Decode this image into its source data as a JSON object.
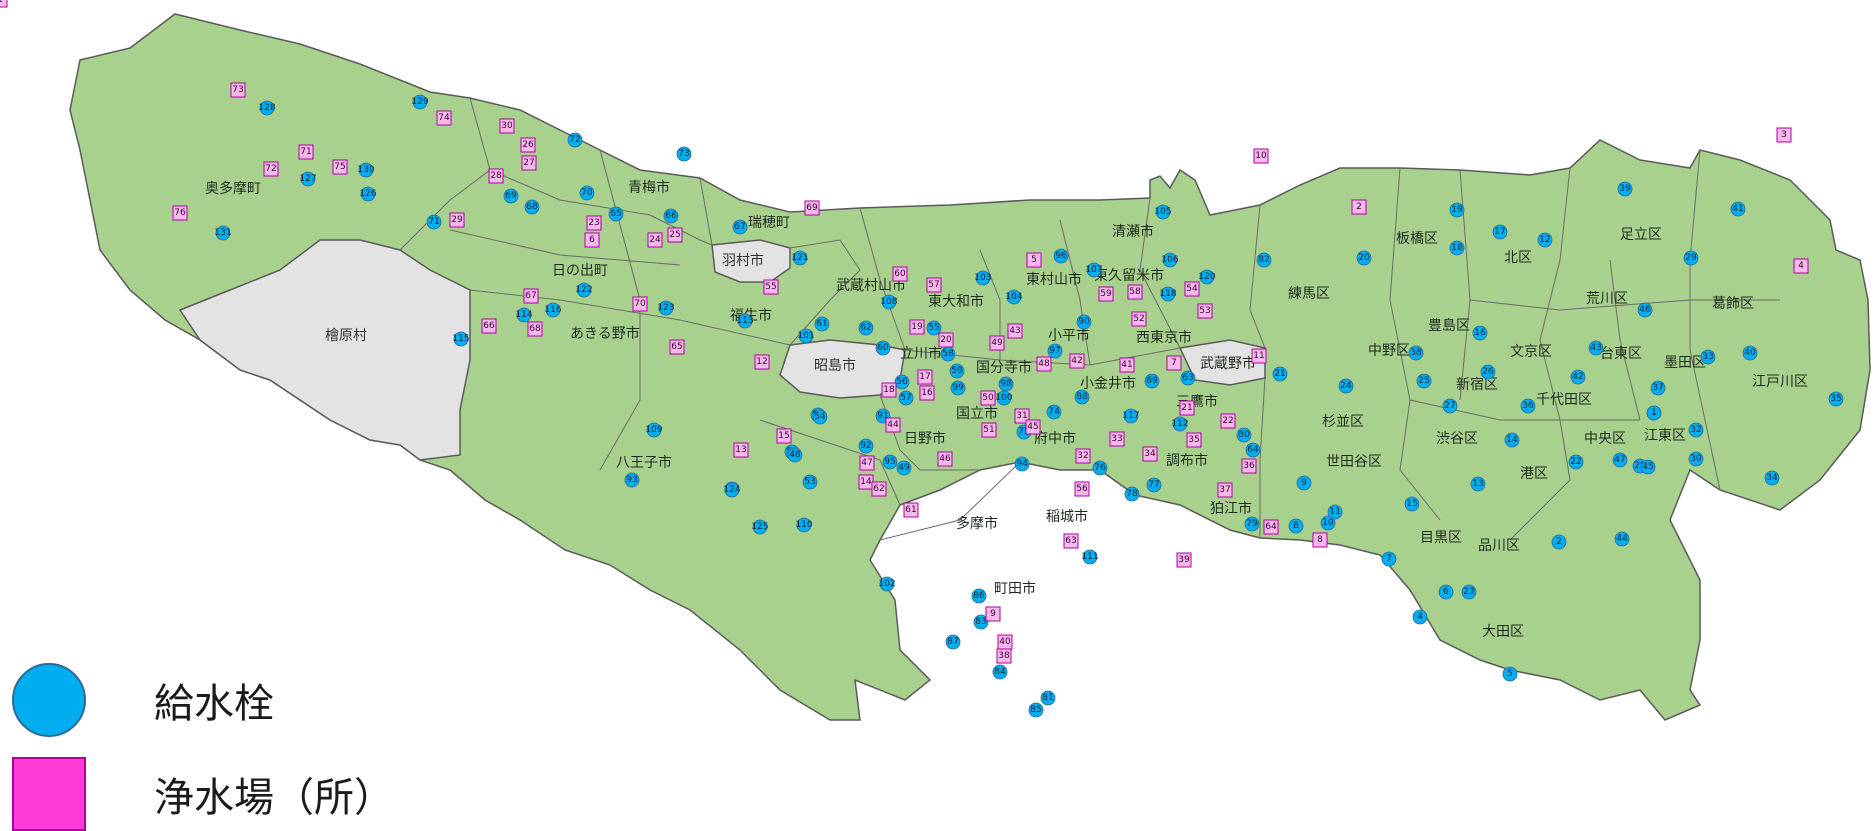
{
  "colors": {
    "land": "#a9d18e",
    "border": "#5a5a5a",
    "excluded": "#e3e3e3",
    "hydrant": "#00aeef",
    "plant": "#ff3ad6"
  },
  "municipalities": [
    {
      "name": "奥多摩町"
    },
    {
      "name": "青梅市"
    },
    {
      "name": "瑞穂町"
    },
    {
      "name": "羽村市"
    },
    {
      "name": "日の出町"
    },
    {
      "name": "檜原村",
      "excluded": true
    },
    {
      "name": "あきる野市"
    },
    {
      "name": "福生市"
    },
    {
      "name": "昭島市",
      "excluded": true
    },
    {
      "name": "八王子市"
    },
    {
      "name": "武蔵村山市"
    },
    {
      "name": "東大和市"
    },
    {
      "name": "東村山市"
    },
    {
      "name": "清瀬市"
    },
    {
      "name": "東久留米市"
    },
    {
      "name": "立川市"
    },
    {
      "name": "国分寺市"
    },
    {
      "name": "小平市"
    },
    {
      "name": "西東京市"
    },
    {
      "name": "武蔵野市"
    },
    {
      "name": "小金井市"
    },
    {
      "name": "国立市"
    },
    {
      "name": "府中市"
    },
    {
      "name": "三鷹市"
    },
    {
      "name": "調布市"
    },
    {
      "name": "狛江市"
    },
    {
      "name": "日野市"
    },
    {
      "name": "多摩市"
    },
    {
      "name": "稲城市"
    },
    {
      "name": "町田市"
    },
    {
      "name": "練馬区"
    },
    {
      "name": "板橋区"
    },
    {
      "name": "北区"
    },
    {
      "name": "足立区"
    },
    {
      "name": "葛飾区"
    },
    {
      "name": "荒川区"
    },
    {
      "name": "豊島区"
    },
    {
      "name": "中野区"
    },
    {
      "name": "杉並区"
    },
    {
      "name": "新宿区"
    },
    {
      "name": "文京区"
    },
    {
      "name": "台東区"
    },
    {
      "name": "墨田区"
    },
    {
      "name": "江戸川区"
    },
    {
      "name": "千代田区"
    },
    {
      "name": "中央区"
    },
    {
      "name": "江東区"
    },
    {
      "name": "渋谷区"
    },
    {
      "name": "港区"
    },
    {
      "name": "世田谷区"
    },
    {
      "name": "目黒区"
    },
    {
      "name": "品川区"
    },
    {
      "name": "大田区"
    }
  ],
  "hydrants": [
    "128",
    "129",
    "127",
    "130",
    "126",
    "131",
    "72",
    "73",
    "70",
    "69",
    "68",
    "65",
    "66",
    "67",
    "71",
    "121",
    "122",
    "114",
    "116",
    "123",
    "115",
    "113",
    "101",
    "61",
    "62",
    "60",
    "108",
    "56",
    "57",
    "55",
    "58",
    "59",
    "99",
    "98",
    "100",
    "103",
    "104",
    "96",
    "107",
    "106",
    "118",
    "120",
    "105",
    "97",
    "90",
    "88",
    "89",
    "63",
    "91",
    "92",
    "95",
    "94",
    "93",
    "109",
    "51",
    "52",
    "49",
    "48",
    "117",
    "50",
    "54",
    "53",
    "124",
    "125",
    "110",
    "74",
    "75",
    "76",
    "77",
    "78",
    "111",
    "112",
    "80",
    "64",
    "79",
    "102",
    "86",
    "83",
    "87",
    "84",
    "81",
    "85",
    "82",
    "20",
    "19",
    "18",
    "17",
    "12",
    "39",
    "41",
    "29",
    "46",
    "40",
    "35",
    "34",
    "33",
    "37",
    "31",
    "43",
    "42",
    "1",
    "36",
    "38",
    "16",
    "26",
    "25",
    "27",
    "24",
    "21",
    "14",
    "13",
    "22",
    "28",
    "47",
    "45",
    "30",
    "32",
    "44",
    "2",
    "15",
    "11",
    "10",
    "9",
    "8",
    "7",
    "6",
    "23",
    "4",
    "5",
    "3"
  ],
  "plants": [
    "73",
    "74",
    "72",
    "71",
    "75",
    "76",
    "30",
    "26",
    "27",
    "28",
    "29",
    "23",
    "24",
    "25",
    "67",
    "68",
    "66",
    "70",
    "65",
    "6",
    "69",
    "55",
    "12",
    "60",
    "57",
    "19",
    "20",
    "17",
    "16",
    "18",
    "43",
    "49",
    "48",
    "50",
    "51",
    "31",
    "45",
    "44",
    "47",
    "46",
    "13",
    "15",
    "14",
    "62",
    "61",
    "5",
    "59",
    "58",
    "52",
    "53",
    "54",
    "42",
    "41",
    "7",
    "11",
    "21",
    "22",
    "35",
    "33",
    "32",
    "34",
    "36",
    "37",
    "56",
    "63",
    "64",
    "8",
    "9",
    "40",
    "38",
    "39",
    "10",
    "3",
    "2",
    "4",
    "1"
  ],
  "legend": {
    "hydrant_label": "給水栓",
    "plant_label": "浄水場（所）"
  }
}
